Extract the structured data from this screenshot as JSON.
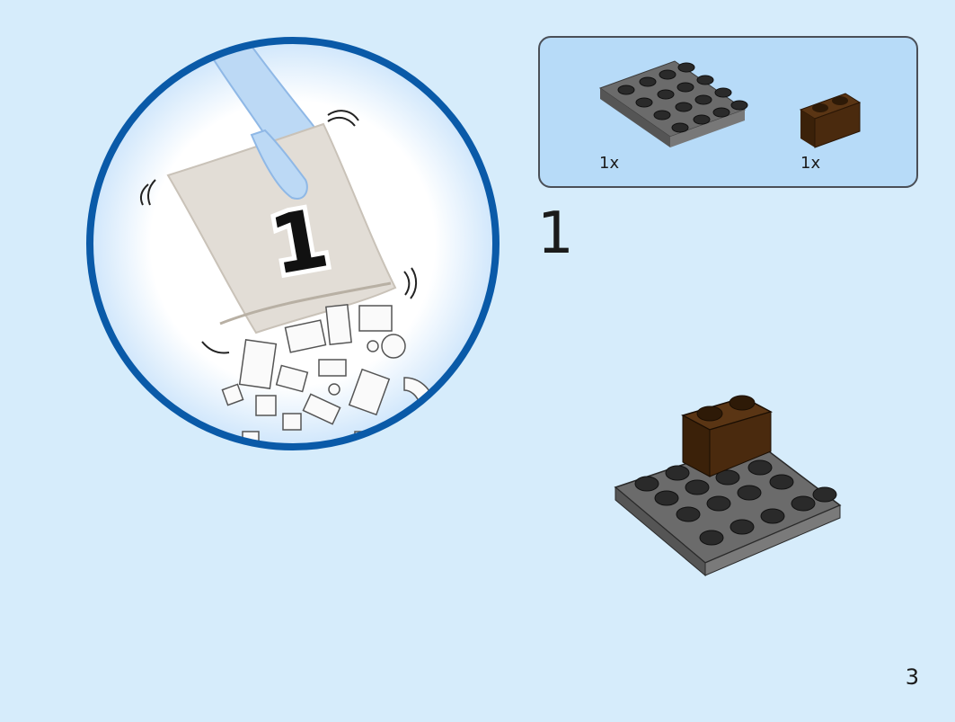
{
  "bag": {
    "number": "1"
  },
  "parts_list": {
    "items": [
      {
        "name": "dark-gray-plate-4x4",
        "qty": "1x",
        "color": "#6b6b6b"
      },
      {
        "name": "brown-brick-1x2",
        "qty": "1x",
        "color": "#4a2a0e"
      }
    ]
  },
  "step": {
    "number": "1"
  },
  "page": {
    "number": "3"
  },
  "colors": {
    "background": "#d6ecfb",
    "bubble_ring": "#0a5aa8",
    "parts_box": "#b7dbf8",
    "plate_gray": "#6b6b6b",
    "brick_brown": "#4a2a0e"
  }
}
